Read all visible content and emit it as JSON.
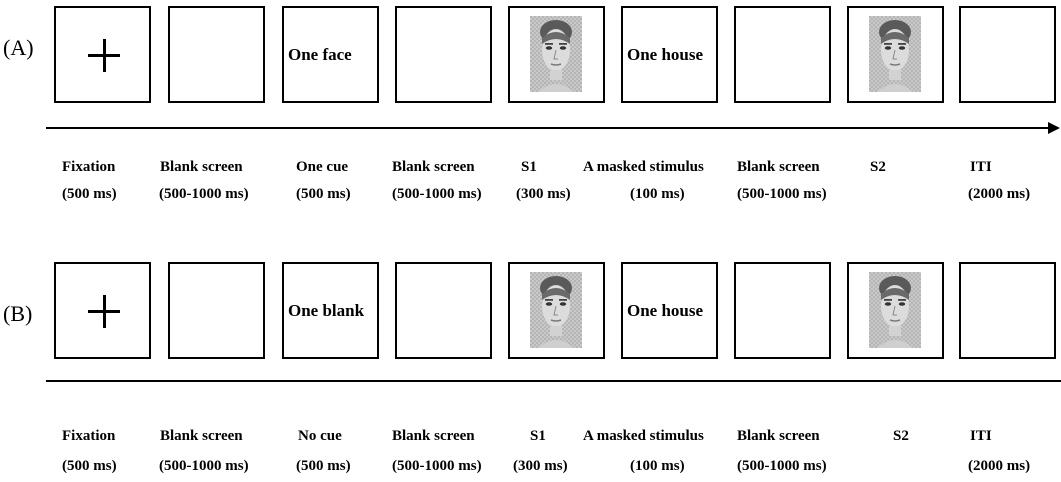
{
  "panels": [
    {
      "label": "(A)",
      "frames": [
        {
          "type": "fixation"
        },
        {
          "type": "blank"
        },
        {
          "type": "text",
          "text": "One face"
        },
        {
          "type": "blank"
        },
        {
          "type": "face"
        },
        {
          "type": "text",
          "text": "One house"
        },
        {
          "type": "blank"
        },
        {
          "type": "face"
        },
        {
          "type": "blank"
        }
      ],
      "captions": [
        {
          "line1": "Fixation",
          "line2": "(500 ms)"
        },
        {
          "line1": "Blank screen",
          "line2": "(500-1000 ms)"
        },
        {
          "line1": "One cue",
          "line2": "(500 ms)"
        },
        {
          "line1": "Blank screen",
          "line2": "(500-1000 ms)"
        },
        {
          "line1": "S1",
          "line2": "(300 ms)"
        },
        {
          "line1": "A masked stimulus",
          "line2": "(100 ms)"
        },
        {
          "line1": "Blank screen",
          "line2": "(500-1000 ms)"
        },
        {
          "line1": "S2",
          "line2": ""
        },
        {
          "line1": "ITI",
          "line2": "(2000 ms)"
        }
      ]
    },
    {
      "label": "(B)",
      "frames": [
        {
          "type": "fixation"
        },
        {
          "type": "blank"
        },
        {
          "type": "text",
          "text": "One blank"
        },
        {
          "type": "blank"
        },
        {
          "type": "face"
        },
        {
          "type": "text",
          "text": "One house"
        },
        {
          "type": "blank"
        },
        {
          "type": "face"
        },
        {
          "type": "blank"
        }
      ],
      "captions": [
        {
          "line1": "Fixation",
          "line2": "(500 ms)"
        },
        {
          "line1": "Blank screen",
          "line2": "(500-1000 ms)"
        },
        {
          "line1": "No cue",
          "line2": "(500 ms)"
        },
        {
          "line1": "Blank screen",
          "line2": "(500-1000 ms)"
        },
        {
          "line1": "S1",
          "line2": "(300 ms)"
        },
        {
          "line1": "A masked stimulus",
          "line2": "(100 ms)"
        },
        {
          "line1": "Blank screen",
          "line2": "(500-1000 ms)"
        },
        {
          "line1": "S2",
          "line2": ""
        },
        {
          "line1": "ITI",
          "line2": "(2000 ms)"
        }
      ]
    }
  ]
}
